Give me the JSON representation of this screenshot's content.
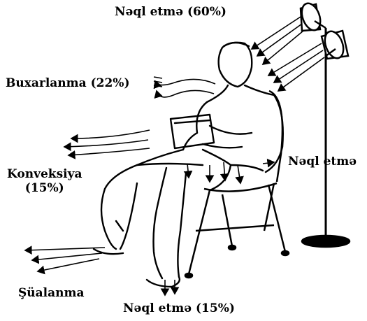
{
  "labels": {
    "conduction_lamp": "Nəql etmə (60%)",
    "evaporation": "Buxarlanma (22%)",
    "conduction_chair": "Nəql etmə",
    "convection_name": "Konveksiya",
    "convection_pct": "(15%)",
    "radiation": "Şüalanma",
    "conduction_floor": "Nəql etmə (15%)"
  },
  "colors": {
    "ink": "#000000",
    "background": "#ffffff"
  }
}
